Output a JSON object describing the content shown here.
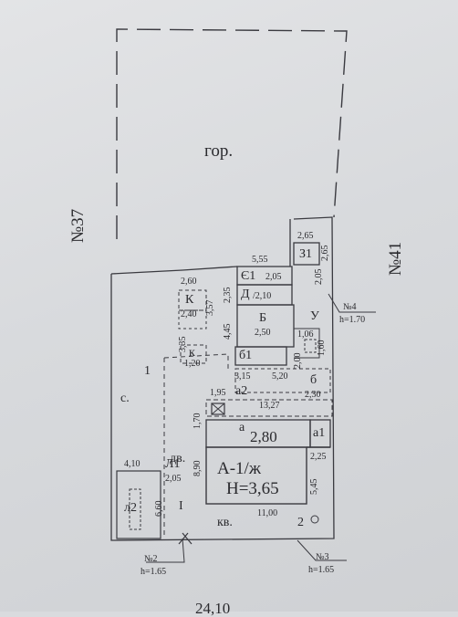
{
  "labels": {
    "garage": "гор.",
    "neighbor_left": "№37",
    "neighbor_right": "№41",
    "courtyard": "с.",
    "yard": "дв.",
    "quarter": "кв.",
    "z1": "З1",
    "z1_w": "2,65",
    "z1_h": "2,65",
    "e1": "Є1",
    "e1_h": "2,05",
    "top_w": "5,55",
    "d": "Д",
    "d_h": "/2,10",
    "left_h1": "2,35",
    "left_h2": "4,45",
    "right_h": "2,05",
    "b": "Б",
    "b_h": "2,50",
    "u": "У",
    "u_w": "1,06",
    "u_h": "1,60",
    "b1": "б1",
    "b1_h": "2,00",
    "dim_315": "3,15",
    "dim_520": "5,20",
    "b_small": "б",
    "b_small_h": "2,30",
    "k_upper": "К",
    "k_upper_w": "2,60",
    "k_upper_h": "2,40",
    "k_upper_v": "3,57",
    "k_lower": "к",
    "k_lower_v": "3,35",
    "k_lower_w": "1,20",
    "one": "1",
    "a2": "а2",
    "a2_w": "1,95",
    "a2_v": "1,70",
    "dim_1327": "13,27",
    "a_small": "а",
    "a_small_h": "2,80",
    "a1": "а1",
    "a1_h": "2,25",
    "a_main": "А-1/ж",
    "h_main": "Н=3,65",
    "v_890": "8,90",
    "v_545": "5,45",
    "l1": "Л1",
    "l1_h": "2,05",
    "l1_w": "4,10",
    "l2": "л2",
    "v_660": "6,60",
    "roman_one": "I",
    "dim_1100": "11,00",
    "two": "2",
    "n2": "№2",
    "n2_h": "h=1.65",
    "n3": "№3",
    "n3_h": "h=1.65",
    "n4": "№4",
    "n4_h": "h=1.70",
    "bottom_total": "24,10"
  }
}
